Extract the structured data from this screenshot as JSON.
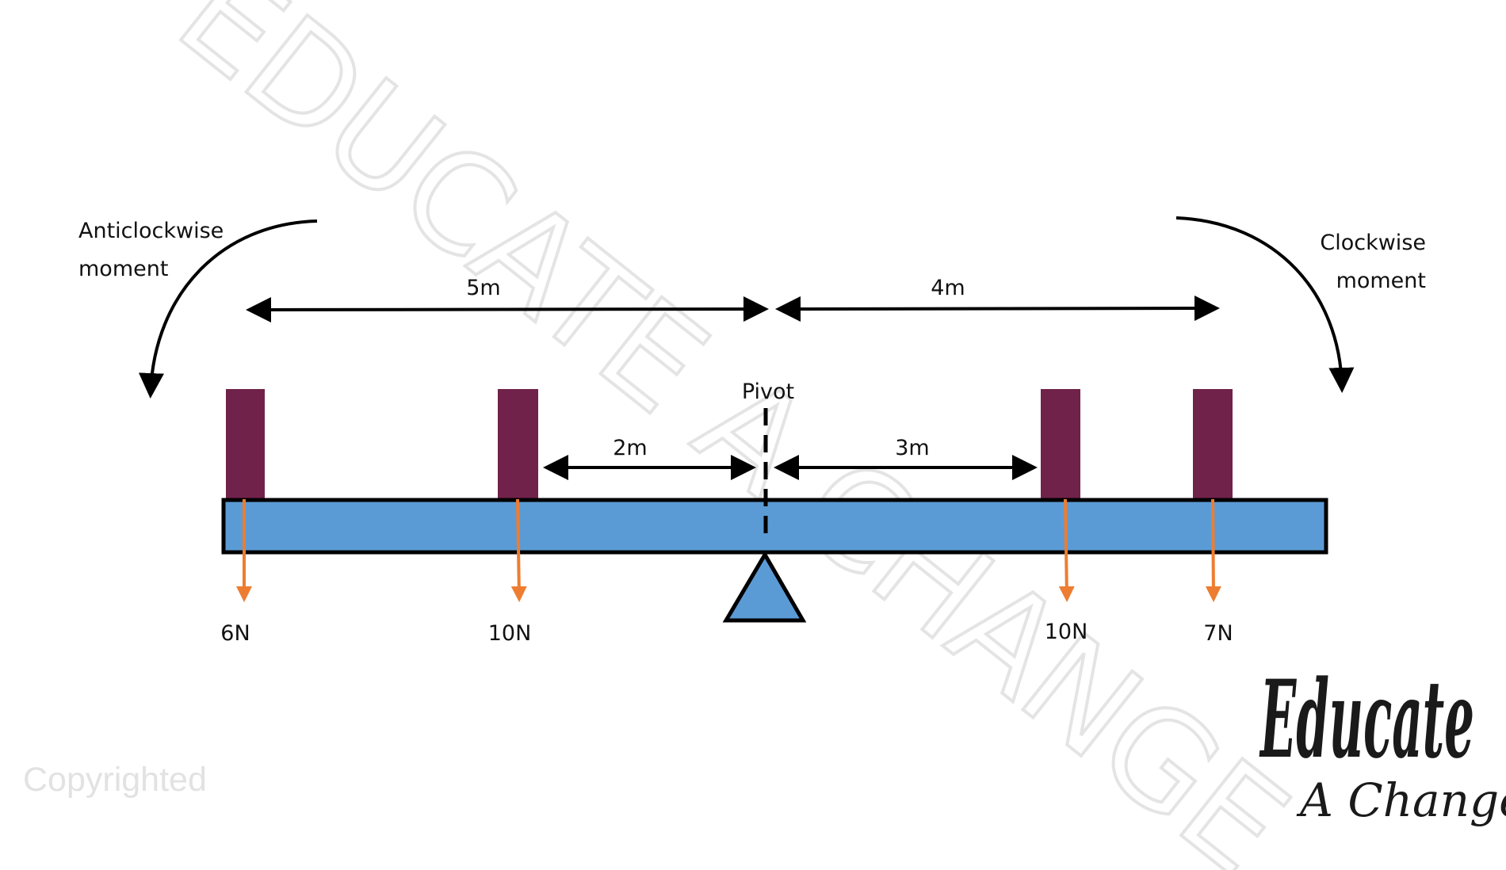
{
  "watermark": "EDUCATE A CHANGE",
  "copyright": "Copyrighted",
  "logo": {
    "line1": "Educate",
    "line2": "A Change"
  },
  "moments": {
    "anticlockwise": [
      "Anticlockwise",
      "moment"
    ],
    "clockwise": [
      "Clockwise",
      "moment"
    ]
  },
  "pivot_label": "Pivot",
  "distances": {
    "left_outer": "5m",
    "right_outer": "4m",
    "left_inner": "2m",
    "right_inner": "3m"
  },
  "forces": [
    "6N",
    "10N",
    "10N",
    "7N"
  ],
  "colors": {
    "beam": "#5b9bd5",
    "weight": "#70224a",
    "force": "#ed7d31",
    "line": "#000000"
  }
}
